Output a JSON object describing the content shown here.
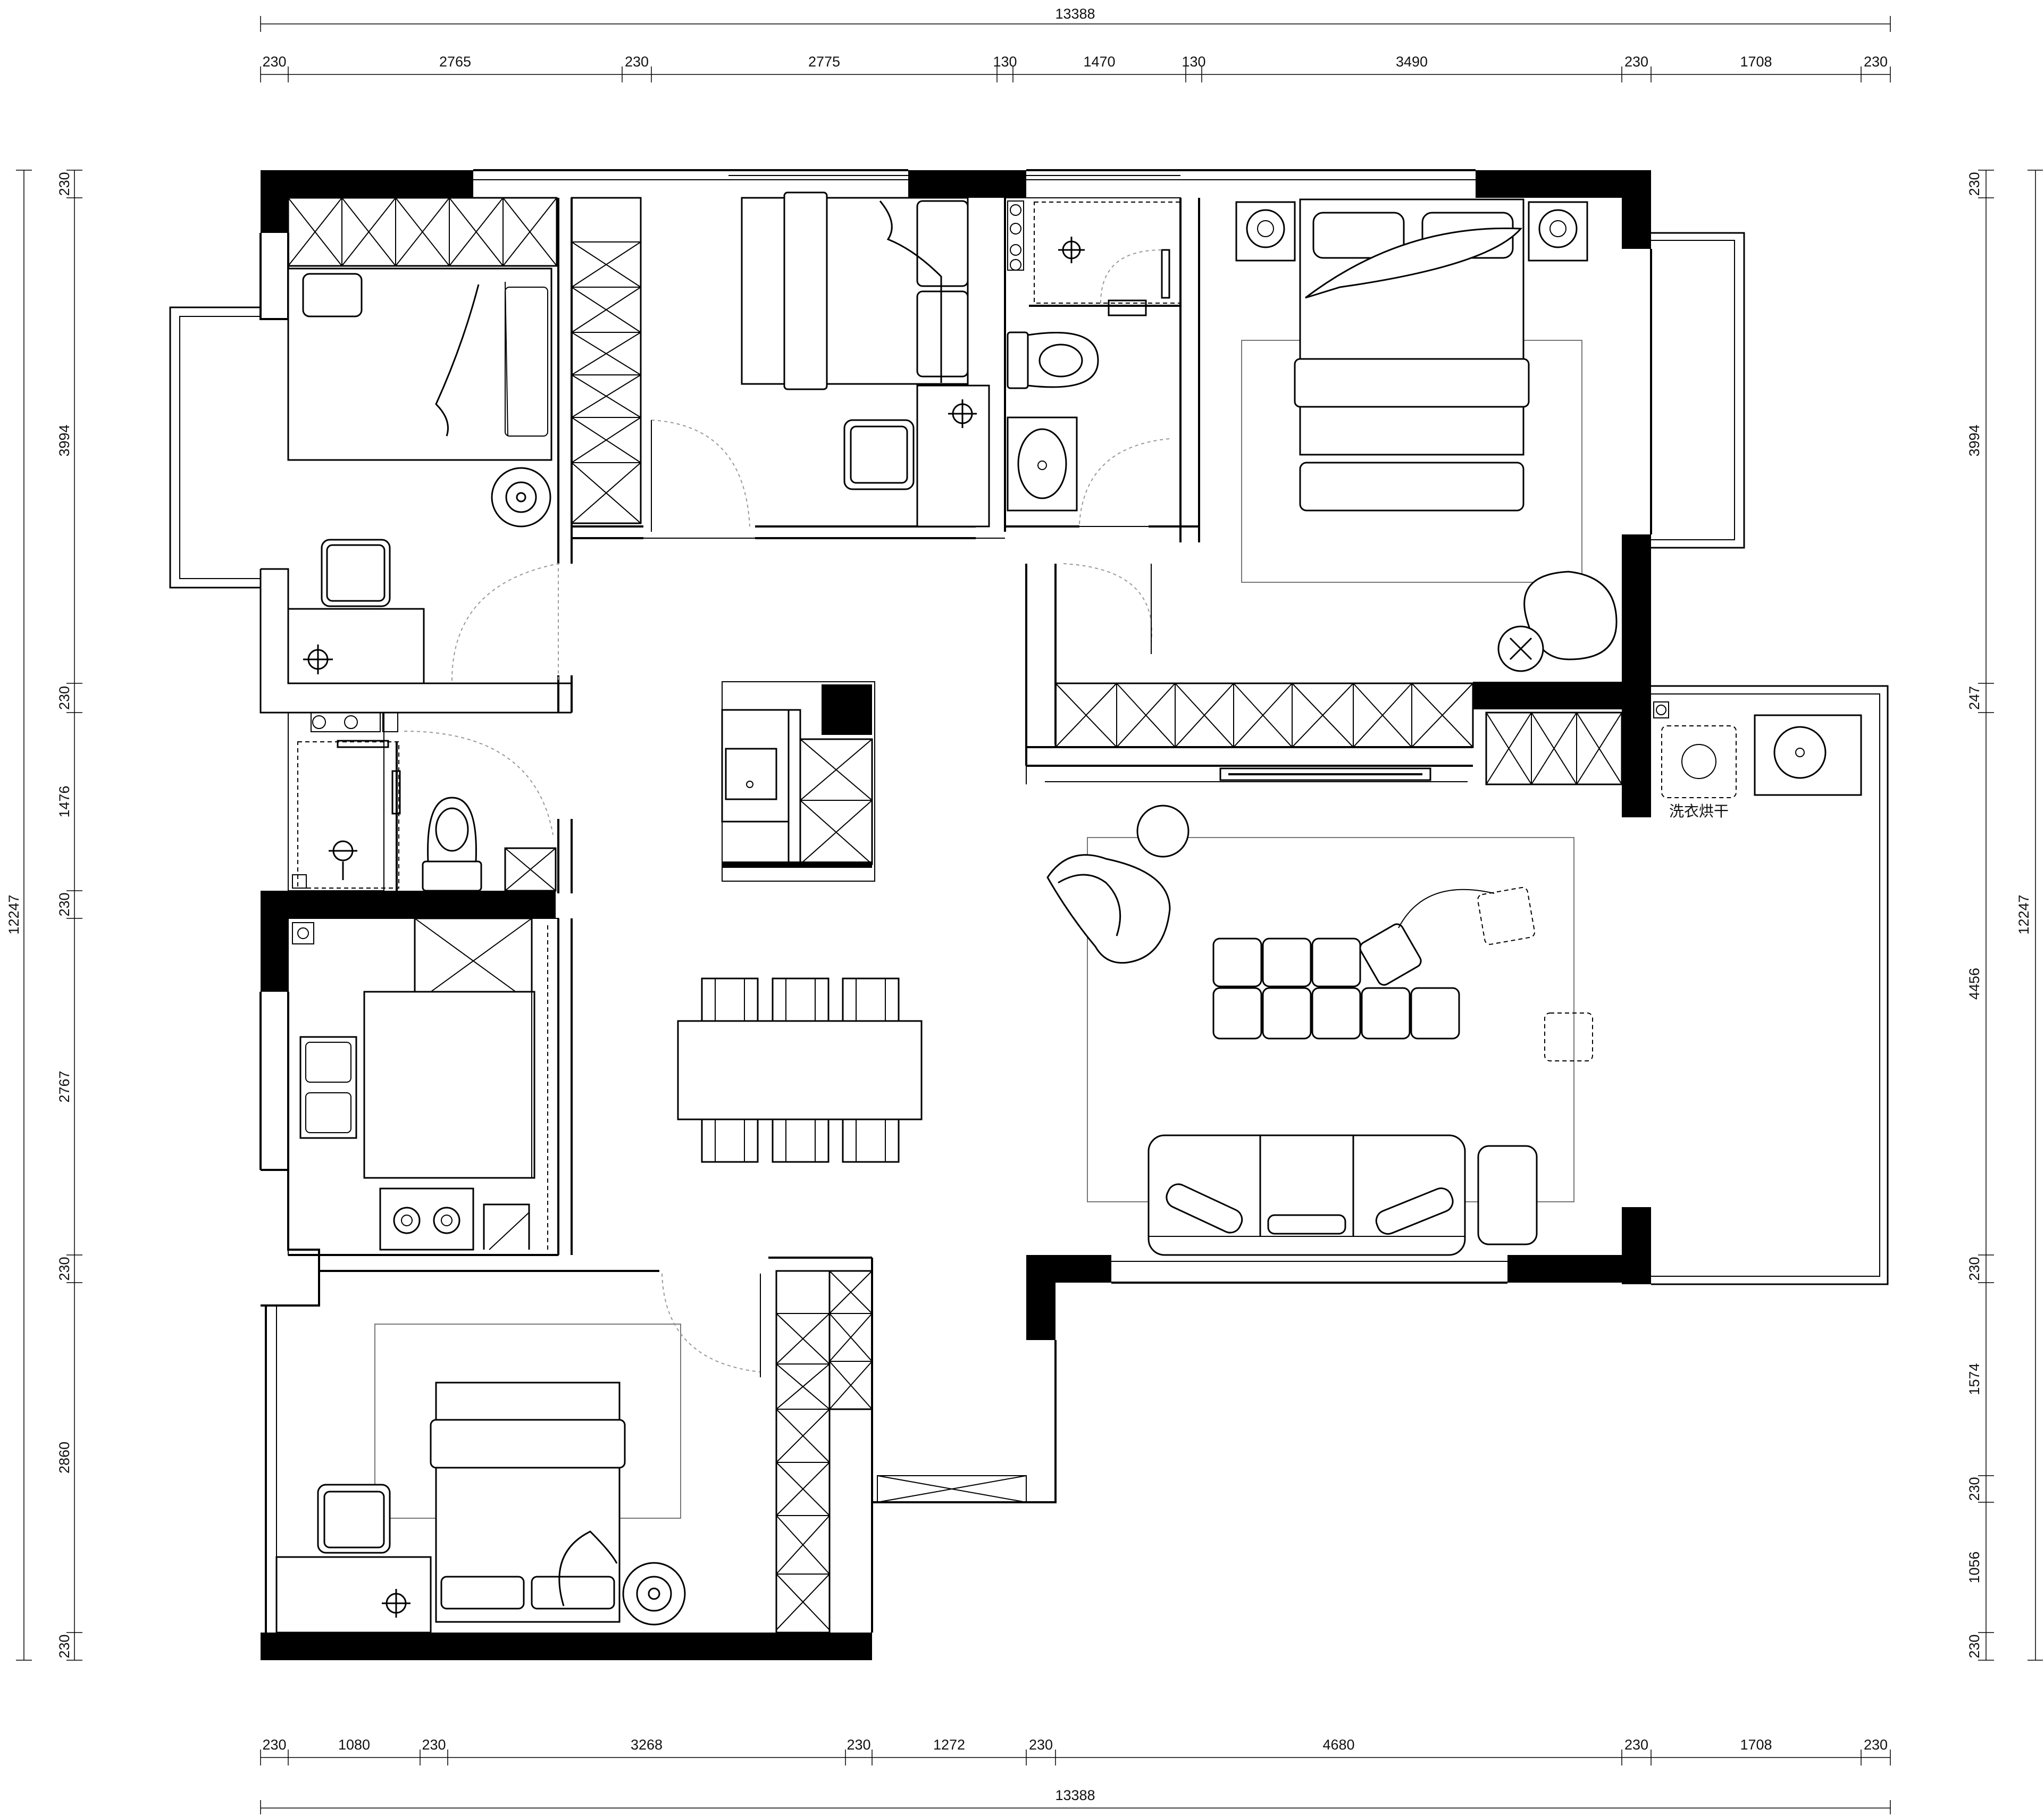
{
  "dimensions": {
    "top_total": "13388",
    "top_segments": [
      "230",
      "2765",
      "230",
      "2775",
      "130",
      "1470",
      "130",
      "3490",
      "230",
      "1708",
      "230"
    ],
    "bottom_total": "13388",
    "bottom_segments": [
      "230",
      "1080",
      "230",
      "3268",
      "230",
      "1272",
      "230",
      "4680",
      "230",
      "1708",
      "230"
    ],
    "left_total": "12247",
    "left_segments": [
      "230",
      "3994",
      "230",
      "1476",
      "230",
      "2767",
      "230",
      "2860",
      "230"
    ],
    "right_total": "12247",
    "right_segments": [
      "230",
      "3994",
      "247",
      "4456",
      "230",
      "1574",
      "230",
      "1056",
      "230"
    ]
  },
  "labels": {
    "laundry": "洗衣烘干"
  }
}
